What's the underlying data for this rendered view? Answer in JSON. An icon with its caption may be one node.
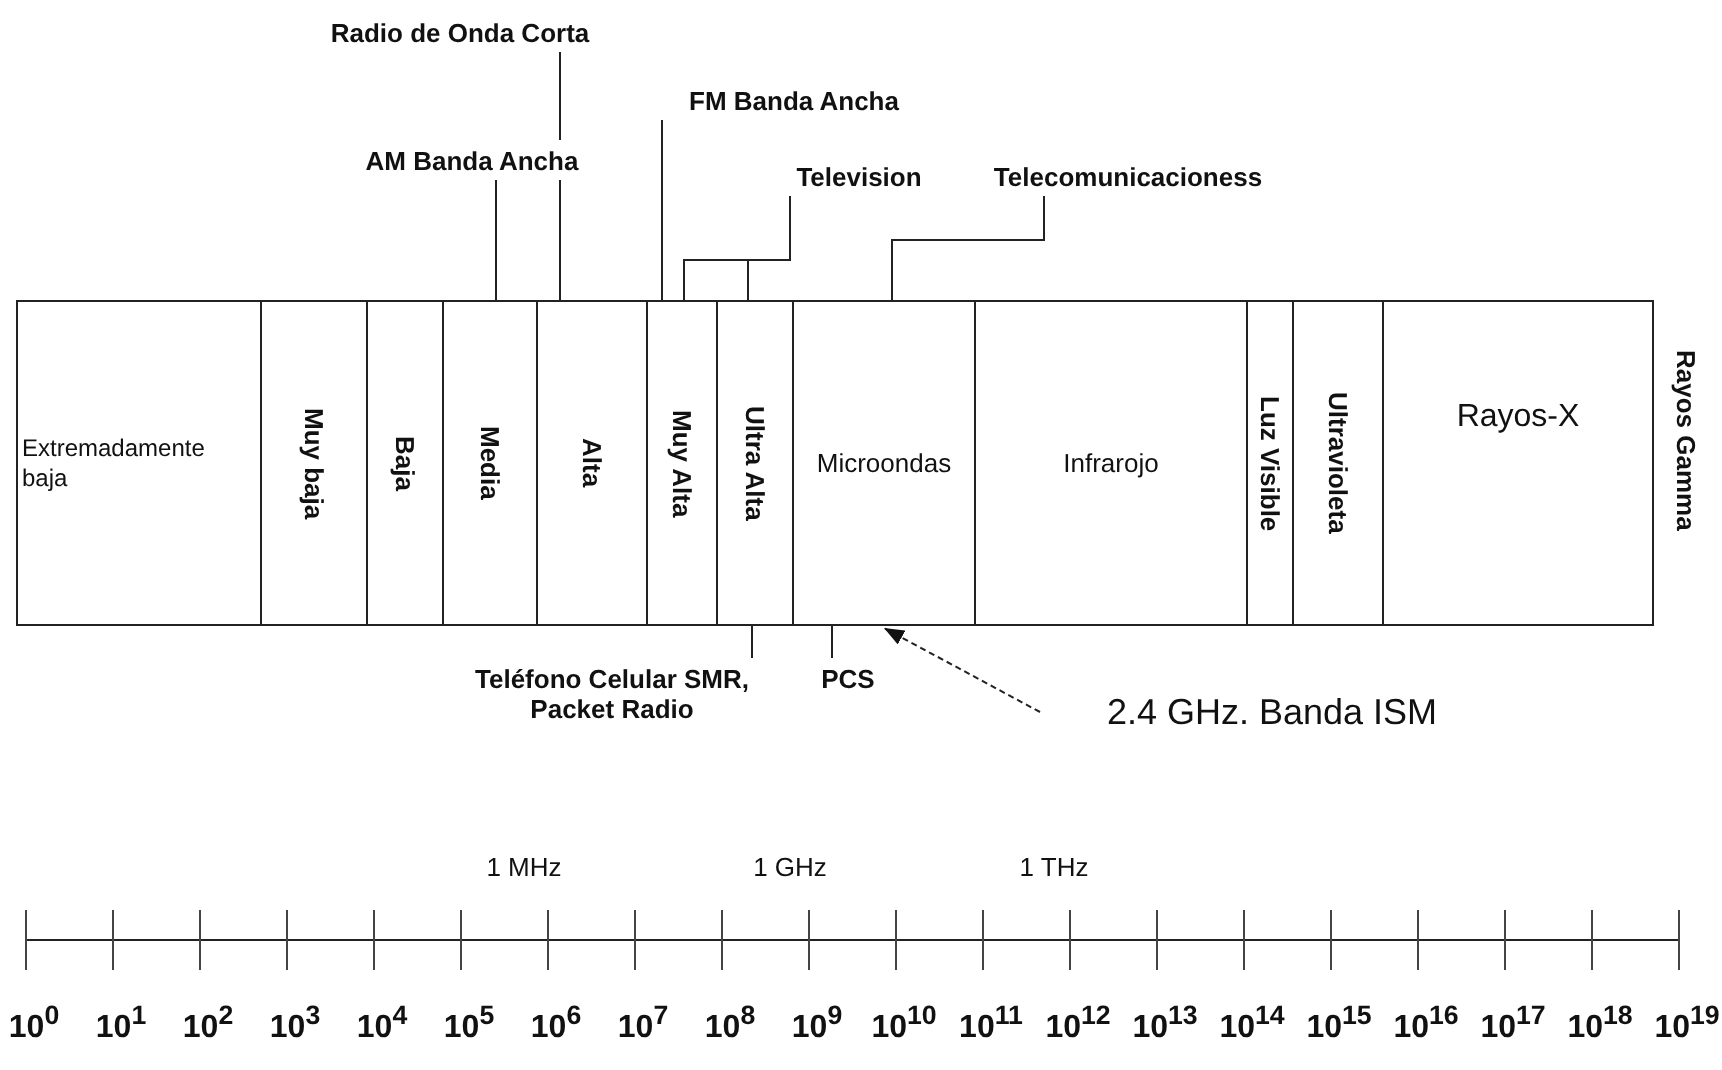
{
  "diagram": {
    "nodes": [
      {
        "text": [
          "Extremadamente baja"
        ]
      },
      {
        "text": [
          "Muy baja"
        ]
      },
      {
        "text": [
          "Baja"
        ]
      },
      {
        "text": [
          "Media"
        ]
      },
      {
        "text": [
          "Alta"
        ]
      },
      {
        "text": [
          "Muy Alta"
        ]
      },
      {
        "text": [
          "Ultra Alta"
        ]
      },
      {
        "text": [
          "Microondas"
        ]
      },
      {
        "text": [
          "Infrarojo"
        ]
      },
      {
        "text": [
          "Luz Visible"
        ]
      },
      {
        "text": [
          "Ultravioleta"
        ]
      },
      {
        "text": [
          "Rayos-X"
        ]
      },
      {
        "text": [
          "Rayos Gamma"
        ]
      },
      {
        "text": [
          "Radio de Onda Corta"
        ]
      },
      {
        "text": [
          "AM Banda Ancha"
        ]
      },
      {
        "text": [
          "FM Banda Ancha"
        ]
      },
      {
        "text": [
          "Television"
        ]
      },
      {
        "text": [
          "Telecomunicacioness"
        ]
      },
      {
        "text": [
          "Teléfono Celular SMR, Packet Radio"
        ]
      },
      {
        "text": [
          "PCS"
        ]
      },
      {
        "text": [
          "2.4 GHz. Banda ISM"
        ]
      }
    ],
    "edges": [
      {
        "from": 13,
        "to": 4,
        "arrow": "none"
      },
      {
        "from": 14,
        "to": 3,
        "arrow": "none"
      },
      {
        "from": 15,
        "to": 5,
        "arrow": "none"
      },
      {
        "from": 16,
        "to": 5,
        "arrow": "none"
      },
      {
        "from": 16,
        "to": 6,
        "arrow": "none"
      },
      {
        "from": 17,
        "to": 7,
        "arrow": "none"
      },
      {
        "from": 18,
        "to": 6,
        "arrow": "none"
      },
      {
        "from": 19,
        "to": 7,
        "arrow": "none"
      },
      {
        "from": 20,
        "to": 7,
        "arrow": "to",
        "style": "dashed"
      }
    ],
    "labels": [
      "1 MHz",
      "1 GHz",
      "1 THz",
      "10$^{0}$",
      "10$^{1}$",
      "10$^{2}$",
      "10$^{3}$",
      "10$^{4}$",
      "10$^{5}$",
      "10$^{6}$",
      "10$^{7}$",
      "10$^{8}$",
      "10$^{9}$",
      "10$^{10}$",
      "10$^{11}$",
      "10$^{12}$",
      "10$^{13}$",
      "10$^{14}$",
      "10$^{15}$",
      "10$^{16}$",
      "10$^{17}$",
      "10$^{18}$",
      "10$^{19}$"
    ]
  }
}
